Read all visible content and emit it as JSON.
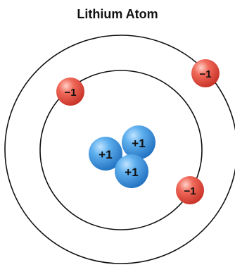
{
  "title": "Lithium Atom",
  "nucleus": {
    "protons": [
      {
        "label": "+1"
      },
      {
        "label": "+1"
      },
      {
        "label": "+1"
      }
    ]
  },
  "electrons": [
    {
      "label": "−1"
    },
    {
      "label": "−1"
    },
    {
      "label": "−1"
    }
  ],
  "colors": {
    "proton": "#2e86d6",
    "electron": "#e8473b",
    "orbit": "#111111"
  }
}
